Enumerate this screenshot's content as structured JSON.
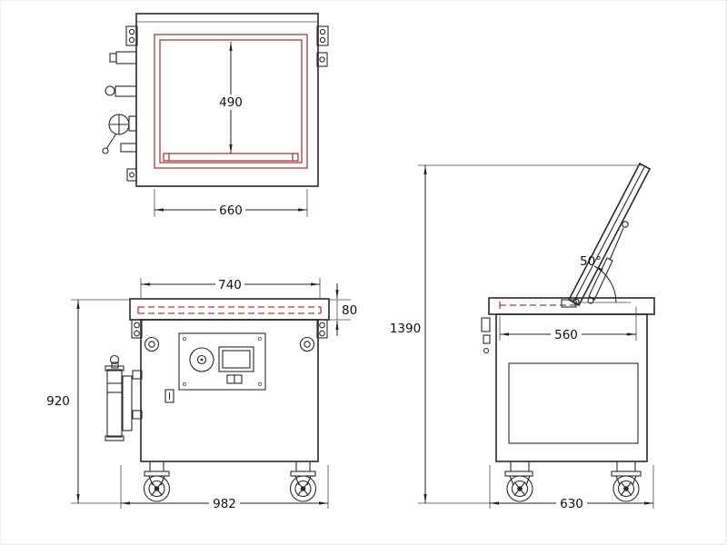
{
  "colors": {
    "line": "#2a2a2a",
    "accent_red": "#b03a36"
  },
  "views": {
    "top": {
      "chamber_depth": "490",
      "chamber_width": "660"
    },
    "front": {
      "lid_width": "740",
      "lid_height": "80",
      "machine_height": "920",
      "overall_width": "982"
    },
    "side": {
      "lid_open_angle": "50°",
      "overall_height_open": "1390",
      "chamber_depth": "560",
      "overall_depth": "630"
    }
  }
}
